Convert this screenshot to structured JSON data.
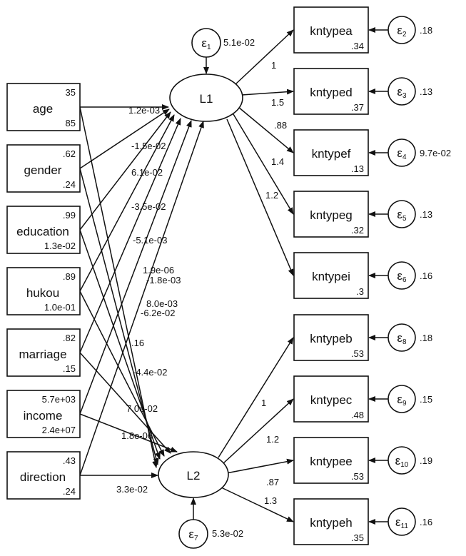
{
  "latents": {
    "L1": {
      "name": "L1",
      "error_var": "5.1e-02",
      "error_name": "ε",
      "error_sub": "1"
    },
    "L2": {
      "name": "L2",
      "error_var": "5.3e-02",
      "error_name": "ε",
      "error_sub": "7"
    }
  },
  "predictors": [
    {
      "name": "age",
      "mean": "35",
      "var": "85"
    },
    {
      "name": "gender",
      "mean": ".62",
      "var": ".24"
    },
    {
      "name": "education",
      "mean": ".99",
      "var": "1.3e-02"
    },
    {
      "name": "hukou",
      "mean": ".89",
      "var": "1.0e-01"
    },
    {
      "name": "marriage",
      "mean": ".82",
      "var": ".15"
    },
    {
      "name": "income",
      "mean": "5.7e+03",
      "var": "2.4e+07"
    },
    {
      "name": "direction",
      "mean": ".43",
      "var": ".24"
    }
  ],
  "paths_to_L1": [
    "1.2e-03",
    "-1.5e-02",
    "6.1e-02",
    "-3.5e-02",
    "-5.1e-03",
    "1.9e-06",
    "8.0e-03"
  ],
  "paths_to_L2": [
    "-1.8e-03",
    "-6.2e-02",
    ".16",
    "-4.4e-02",
    "7.0e-02",
    "1.8e-06",
    "3.3e-02"
  ],
  "indicators_L1": [
    {
      "name": "kntypea",
      "intercept": ".34",
      "loading": "1",
      "error_name": "ε",
      "error_sub": "2",
      "error_var": ".18"
    },
    {
      "name": "kntyped",
      "intercept": ".37",
      "loading": "1.5",
      "error_name": "ε",
      "error_sub": "3",
      "error_var": ".13"
    },
    {
      "name": "kntypef",
      "intercept": ".13",
      "loading": ".88",
      "error_name": "ε",
      "error_sub": "4",
      "error_var": "9.7e-02"
    },
    {
      "name": "kntypeg",
      "intercept": ".32",
      "loading": "1.4",
      "error_name": "ε",
      "error_sub": "5",
      "error_var": ".13"
    },
    {
      "name": "kntypei",
      "intercept": ".3",
      "loading": "1.2",
      "error_name": "ε",
      "error_sub": "6",
      "error_var": ".16"
    }
  ],
  "indicators_L2": [
    {
      "name": "kntypeb",
      "intercept": ".53",
      "loading": "1",
      "error_name": "ε",
      "error_sub": "8",
      "error_var": ".18"
    },
    {
      "name": "kntypec",
      "intercept": ".48",
      "loading": "1.2",
      "error_name": "ε",
      "error_sub": "9",
      "error_var": ".15"
    },
    {
      "name": "kntypee",
      "intercept": ".53",
      "loading": ".87",
      "error_name": "ε",
      "error_sub": "10",
      "error_var": ".19"
    },
    {
      "name": "kntypeh",
      "intercept": ".35",
      "loading": "1.3",
      "error_name": "ε",
      "error_sub": "11",
      "error_var": ".16"
    }
  ]
}
